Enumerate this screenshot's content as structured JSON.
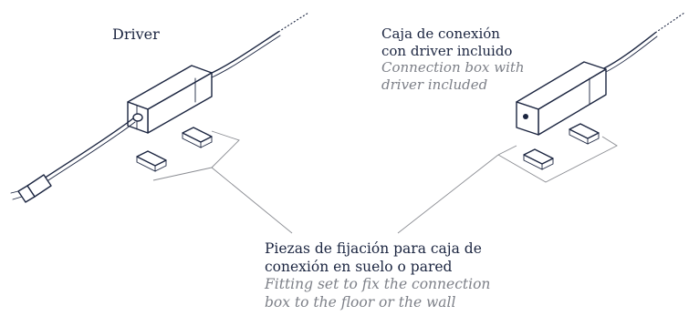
{
  "labels": {
    "driver": "Driver",
    "box_es_line1": "Caja de conexión",
    "box_es_line2": "con driver incluido",
    "box_en_line1": "Connection box with",
    "box_en_line2": "driver included",
    "fittings_es_line1": "Piezas de fijación para caja de",
    "fittings_es_line2": "conexión en suelo o pared",
    "fittings_en_line1": "Fitting set to fix the connection",
    "fittings_en_line2": "box to the floor or the wall"
  },
  "colors": {
    "ink": "#1b2540",
    "translation": "#7d8088",
    "leader": "#8a8c92"
  }
}
